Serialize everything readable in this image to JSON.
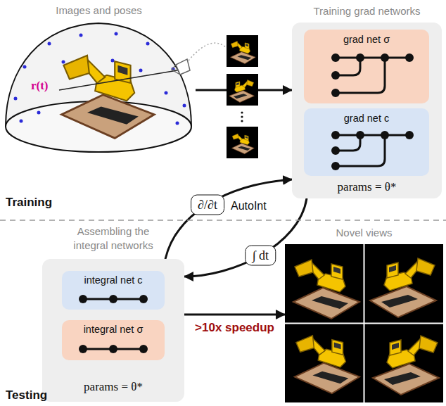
{
  "diagram": {
    "nodes": [
      {
        "text": [
          "Images and poses"
        ]
      },
      {
        "text": [
          "Training grad networks",
          "params = θ*"
        ]
      },
      {
        "text": [
          "grad net σ"
        ],
        "in": 1
      },
      {
        "text": [
          "grad net c"
        ],
        "in": 1
      },
      {
        "text": [
          "Assembling the integral networks",
          "params = θ*"
        ]
      },
      {
        "text": [
          "integral net c"
        ],
        "in": 4
      },
      {
        "text": [
          "integral net σ"
        ],
        "in": 4
      },
      {
        "text": [
          "Novel views"
        ]
      }
    ],
    "edges": [
      {
        "from": 0,
        "to": 1,
        "arrow": "to"
      },
      {
        "from": 4,
        "to": 1,
        "label": "∂/∂t",
        "arrow": "to"
      },
      {
        "from": 1,
        "to": 4,
        "label": "∫ dt",
        "arrow": "to"
      },
      {
        "from": 4,
        "to": 7,
        "label": ">10x speedup",
        "arrow": "to"
      }
    ],
    "labels": [
      "r(t)",
      "Training",
      "AutoInt",
      "Testing"
    ]
  }
}
